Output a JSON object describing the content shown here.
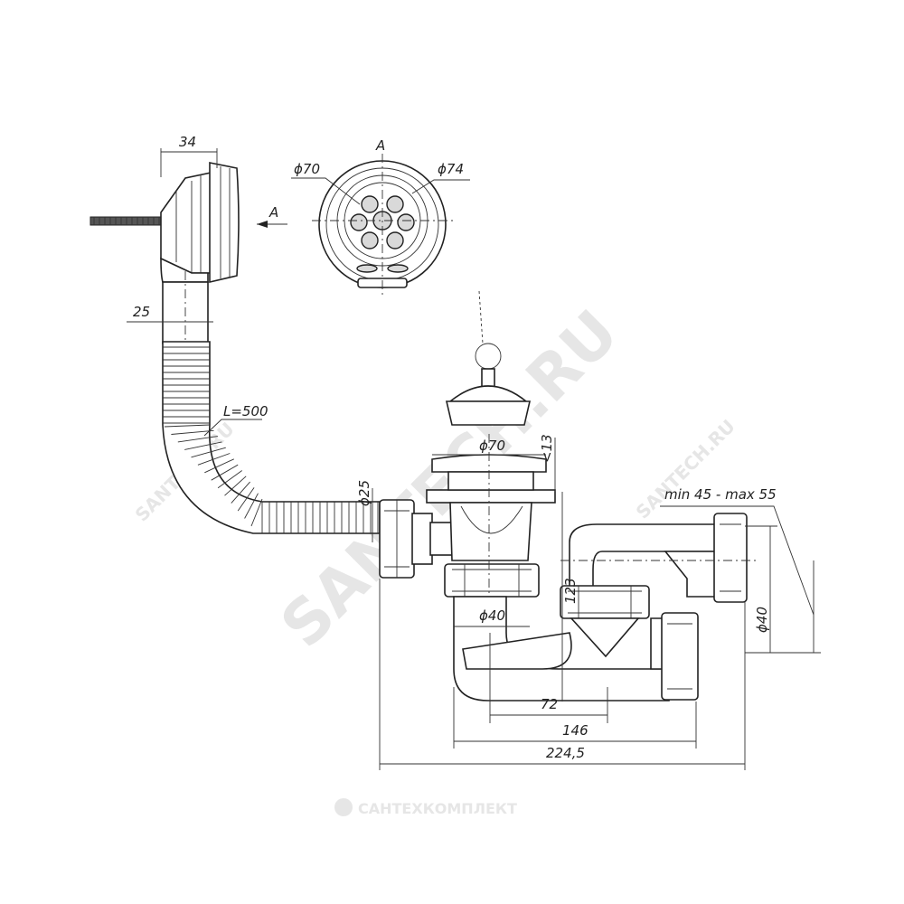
{
  "drawing": {
    "dimensions": {
      "overflow_width": "34",
      "view_arrow": "A",
      "view_label": "A",
      "grate_inner": "ϕ70",
      "grate_outer": "ϕ74",
      "overflow_pipe": "25",
      "hose_length": "L=500",
      "hose_diameter": "ϕ25",
      "plug_diameter": "ϕ70",
      "flange_height": "<13",
      "outlet_range": "min 45 - max 55",
      "trap_height": "123",
      "body_diameter": "ϕ40",
      "outlet_diameter": "ϕ40",
      "offset_72": "72",
      "offset_146": "146",
      "total_224": "224,5"
    },
    "watermarks": {
      "main": "SANTECH.RU",
      "small": "SANTECH.RU",
      "small_left": "SANTECH.RU",
      "brand": "САНТЕХКОМПЛЕКТ"
    }
  }
}
